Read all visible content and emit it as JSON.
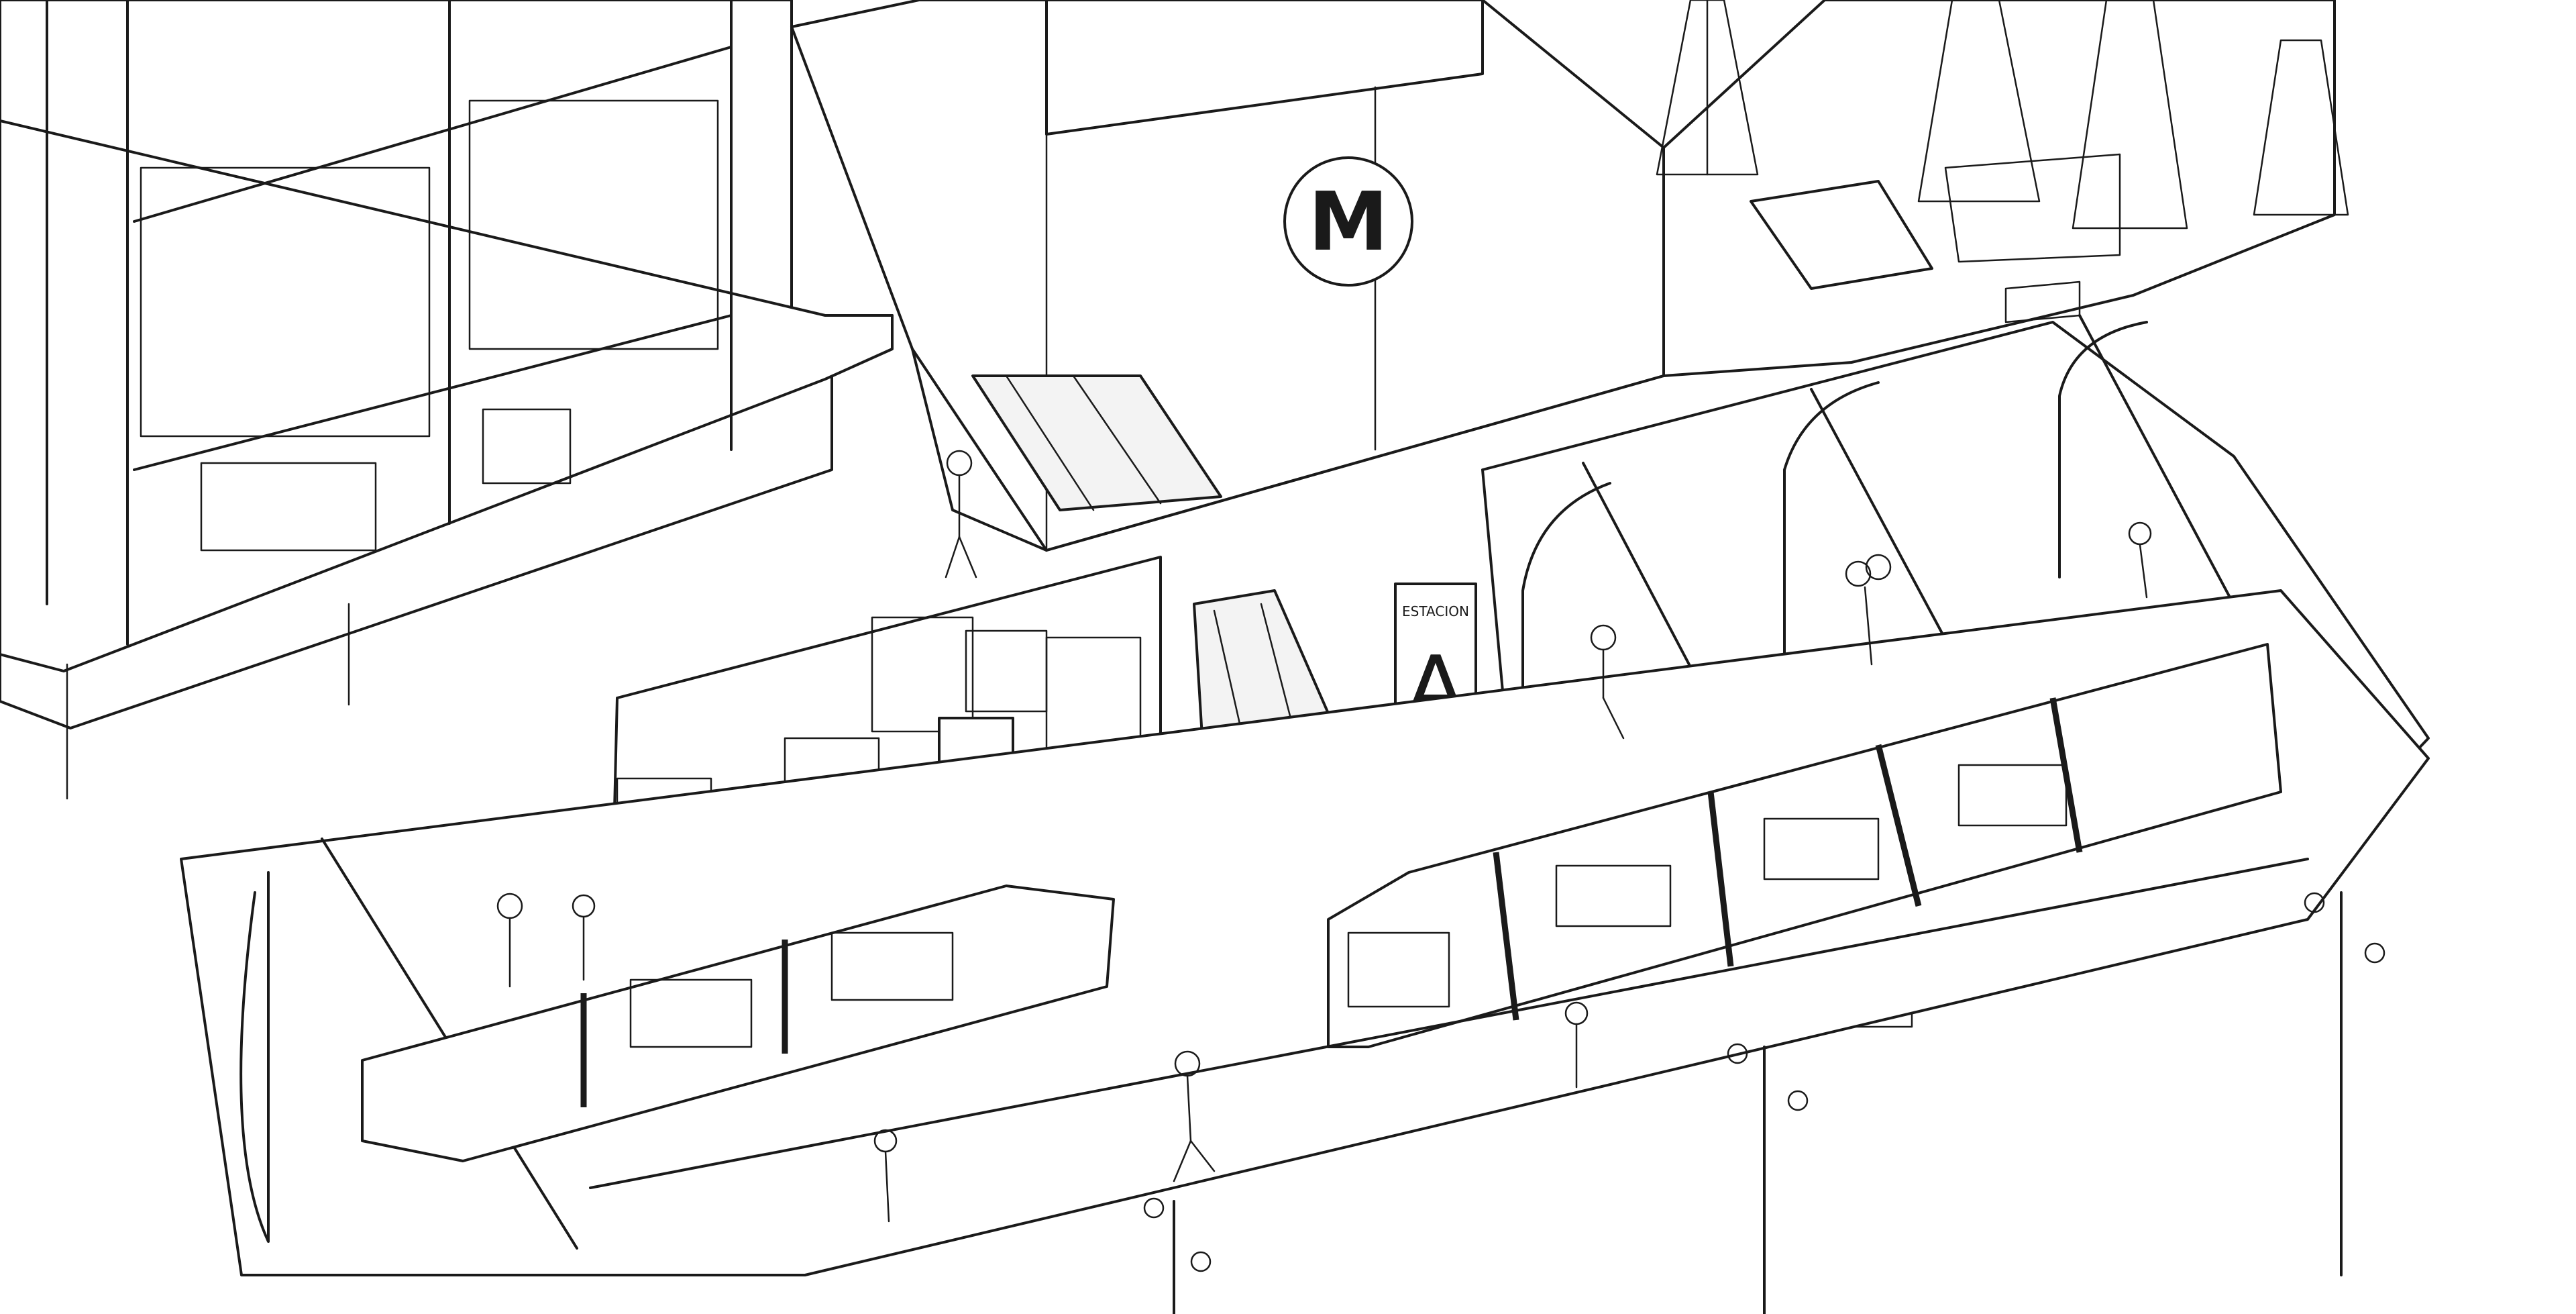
{
  "metro_sign": {
    "letter": "M"
  },
  "station_sign": {
    "caption": "ESTACION",
    "letter": "A"
  },
  "palette": {
    "ink": "#1a1a1a",
    "paper": "#ffffff",
    "shade": "#f3f3f3"
  }
}
